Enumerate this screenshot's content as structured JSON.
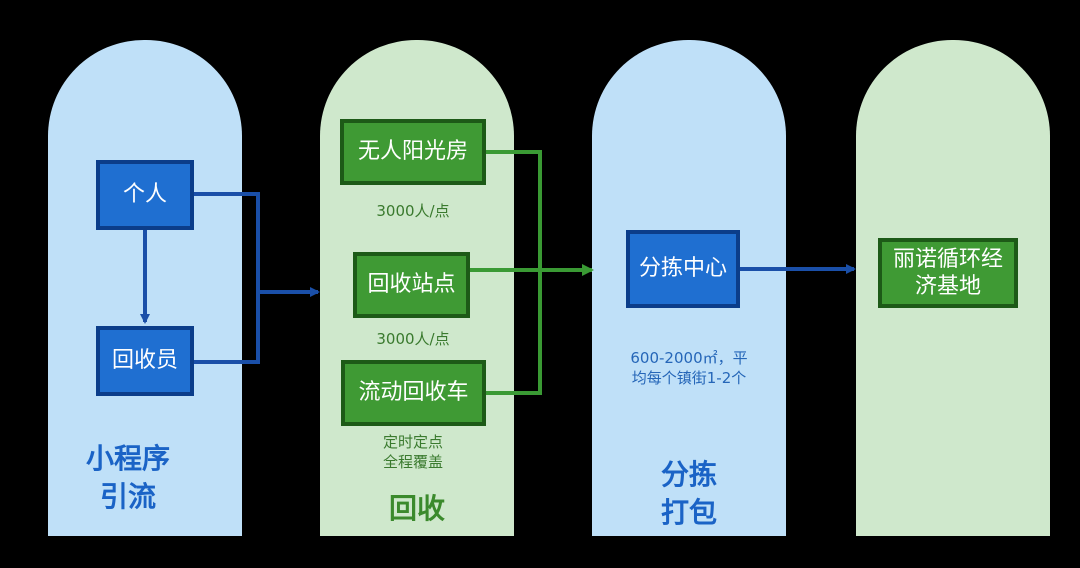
{
  "columns": {
    "c1": {
      "title_line1": "小程序",
      "title_line2": "引流"
    },
    "c2": {
      "title": "回收"
    },
    "c3": {
      "title_line1": "分拣",
      "title_line2": "打包"
    },
    "c4": {}
  },
  "boxes": {
    "individual": "个人",
    "collector": "回收员",
    "unmanned_room": "无人阳光房",
    "station": "回收站点",
    "mobile_truck": "流动回收车",
    "sorting_center": "分拣中心",
    "base_line1": "丽诺循环经",
    "base_line2": "济基地"
  },
  "notes": {
    "unmanned_room": "3000人/点",
    "station": "3000人/点",
    "truck_line1": "定时定点",
    "truck_line2": "全程覆盖",
    "sorting_line1": "600-2000㎡，平",
    "sorting_line2": "均每个镇街1-2个"
  },
  "colors": {
    "blue_column": "#bfe0f8",
    "green_column": "#cfe8cc",
    "blue_box": "#1f6fd1",
    "green_box": "#3f9a34",
    "blue_arrow": "#1a4fa8",
    "green_arrow": "#3a9a34"
  }
}
